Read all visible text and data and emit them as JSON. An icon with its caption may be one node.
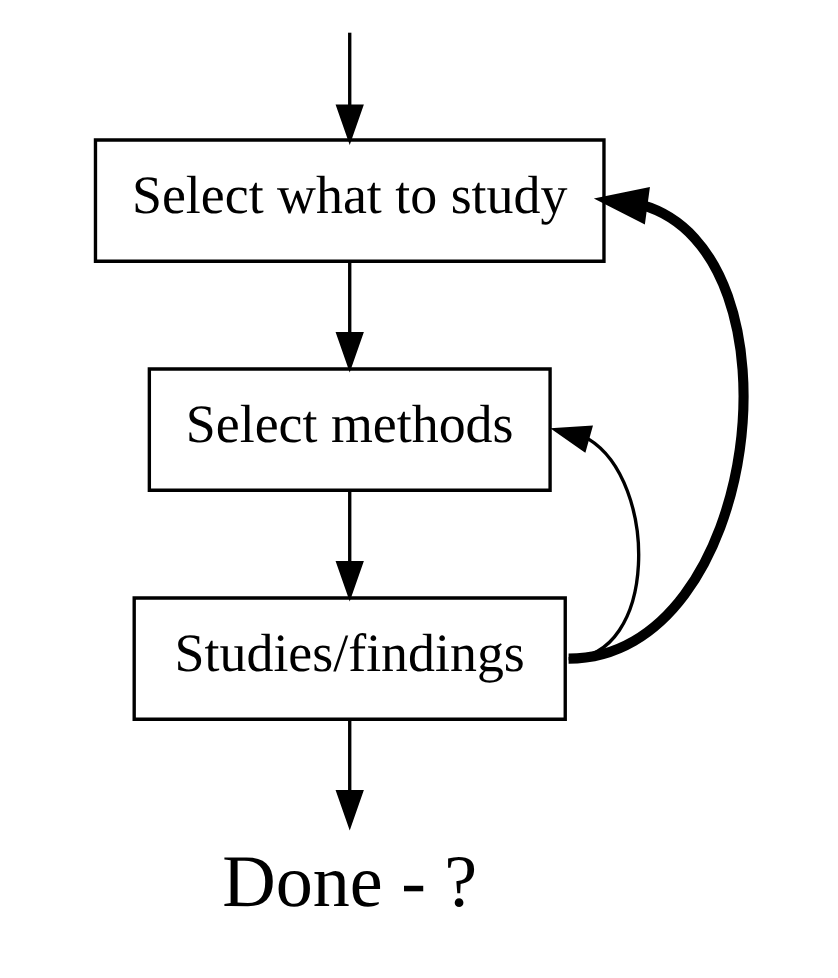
{
  "diagram": {
    "nodes": [
      {
        "text": [
          "Select what to study"
        ]
      },
      {
        "text": [
          "Select methods"
        ]
      },
      {
        "text": [
          "Studies/findings"
        ]
      },
      {
        "text": [
          "Done - ?"
        ]
      }
    ],
    "edges": [
      {
        "from": null,
        "to": 0,
        "arrow": "to"
      },
      {
        "from": 0,
        "to": 1,
        "arrow": "to"
      },
      {
        "from": 1,
        "to": 2,
        "arrow": "to"
      },
      {
        "from": 2,
        "to": 3,
        "arrow": "to"
      },
      {
        "from": 2,
        "to": 1,
        "arrow": "to"
      },
      {
        "from": 2,
        "to": 0,
        "arrow": "to",
        "style": "thick"
      }
    ]
  }
}
